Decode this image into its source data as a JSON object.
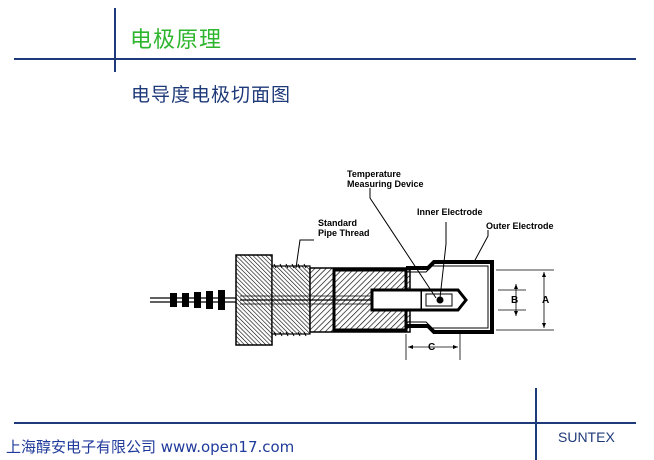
{
  "slide": {
    "title": "电极原理",
    "subtitle": "电导度电极切面图"
  },
  "diagram": {
    "labels": {
      "temperature_line1": "Temperature",
      "temperature_line2": "Measuring Device",
      "standard_line1": "Standard",
      "standard_line2": "Pipe Thread",
      "inner_electrode": "Inner Electrode",
      "outer_electrode": "Outer Electrode",
      "dim_a": "A",
      "dim_b": "B",
      "dim_c": "C"
    }
  },
  "footer": {
    "company": "上海醇安电子有限公司 www.open17.com",
    "brand": "SUNTEX"
  },
  "colors": {
    "title_green": "#2db52d",
    "accent_blue": "#1f3a7a"
  }
}
